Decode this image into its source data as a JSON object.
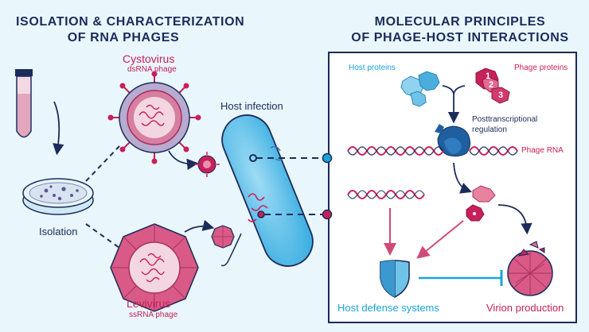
{
  "left": {
    "heading_line1": "ISOLATION & CHARACTERIZATION",
    "heading_line2": "OF RNA PHAGES",
    "cystovirus": {
      "name": "Cystovirus",
      "type": "dsRNA phage"
    },
    "levivirus": {
      "name": "Levivirus",
      "type": "ssRNA phage"
    },
    "isolation_label": "Isolation",
    "host_infection_label": "Host infection"
  },
  "right": {
    "heading_line1": "MOLECULAR PRINCIPLES",
    "heading_line2": "OF PHAGE-HOST INTERACTIONS",
    "host_proteins_label": "Host proteins",
    "phage_proteins_label": "Phage proteins",
    "ptr_line1": "Posttranscriptional",
    "ptr_line2": "regulation",
    "phage_rna_label": "Phage RNA",
    "host_defense_label": "Host defense systems",
    "virion_label": "Virion production",
    "protein_marks": [
      "1",
      "2",
      "3"
    ]
  },
  "colors": {
    "navy": "#1c2b5a",
    "pink": "#c8205a",
    "blue": "#1aa5d8",
    "background": "#e9f6fb"
  }
}
